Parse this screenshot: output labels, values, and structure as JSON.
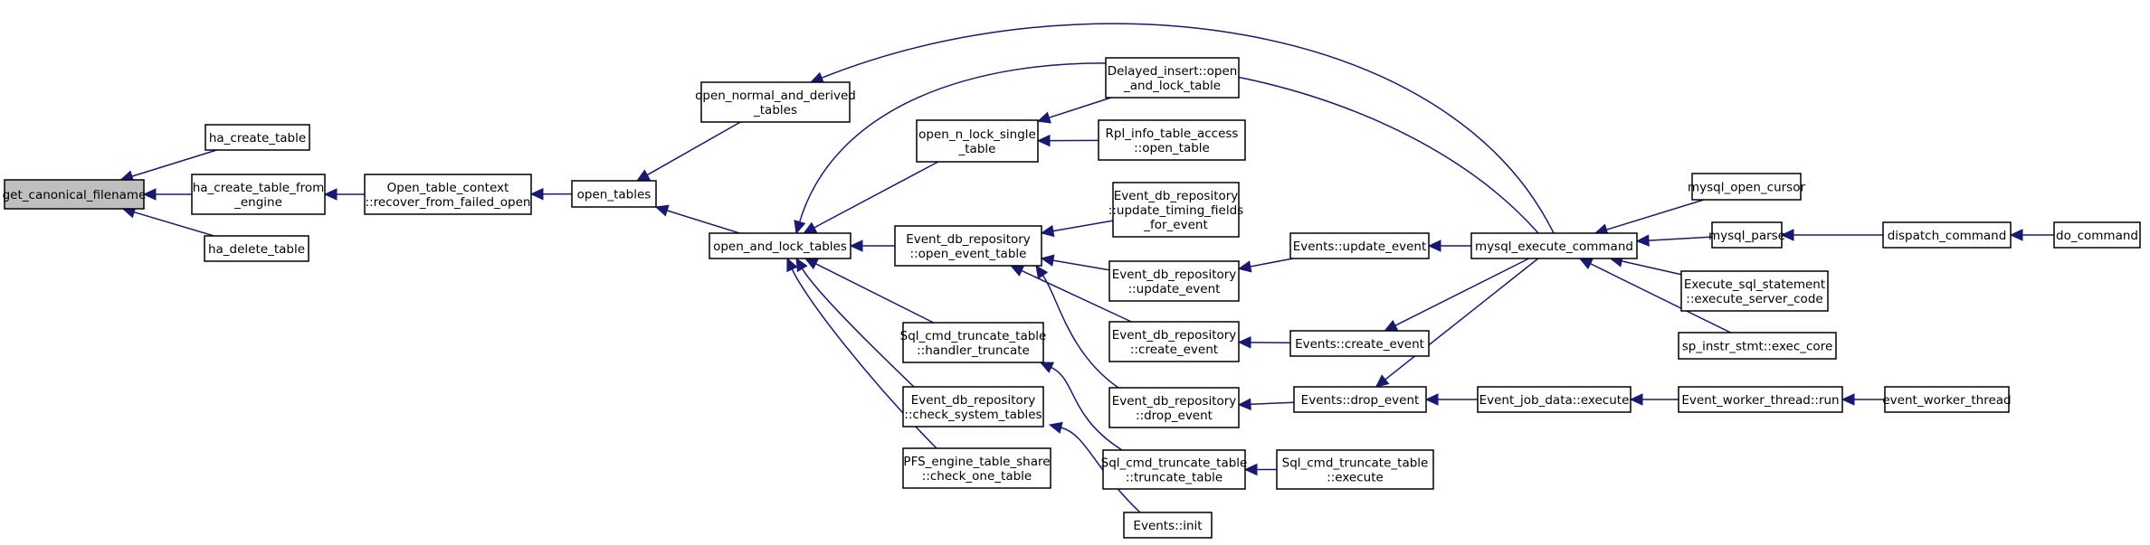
{
  "graph": {
    "nodes": [
      {
        "id": "get_canonical_filename",
        "lines": [
          "get_canonical_filename"
        ],
        "root": true
      },
      {
        "id": "ha_create_table",
        "lines": [
          "ha_create_table"
        ]
      },
      {
        "id": "ha_create_table_from_engine",
        "lines": [
          "ha_create_table_from",
          "_engine"
        ]
      },
      {
        "id": "ha_delete_table",
        "lines": [
          "ha_delete_table"
        ]
      },
      {
        "id": "open_table_context_recover",
        "lines": [
          "Open_table_context",
          "::recover_from_failed_open"
        ]
      },
      {
        "id": "open_tables",
        "lines": [
          "open_tables"
        ]
      },
      {
        "id": "open_normal_and_derived_tables",
        "lines": [
          "open_normal_and_derived",
          "_tables"
        ]
      },
      {
        "id": "open_and_lock_tables",
        "lines": [
          "open_and_lock_tables"
        ]
      },
      {
        "id": "open_n_lock_single_table",
        "lines": [
          "open_n_lock_single",
          "_table"
        ]
      },
      {
        "id": "delayed_insert_open",
        "lines": [
          "Delayed_insert::open",
          "_and_lock_table"
        ]
      },
      {
        "id": "rpl_info_table_access",
        "lines": [
          "Rpl_info_table_access",
          "::open_table"
        ]
      },
      {
        "id": "edr_update_timing",
        "lines": [
          "Event_db_repository",
          "::update_timing_fields",
          "_for_event"
        ]
      },
      {
        "id": "edr_open_event_table",
        "lines": [
          "Event_db_repository",
          "::open_event_table"
        ]
      },
      {
        "id": "edr_update_event",
        "lines": [
          "Event_db_repository",
          "::update_event"
        ]
      },
      {
        "id": "edr_create_event",
        "lines": [
          "Event_db_repository",
          "::create_event"
        ]
      },
      {
        "id": "edr_drop_event",
        "lines": [
          "Event_db_repository",
          "::drop_event"
        ]
      },
      {
        "id": "sql_cmd_truncate_handler",
        "lines": [
          "Sql_cmd_truncate_table",
          "::handler_truncate"
        ]
      },
      {
        "id": "edr_check_system_tables",
        "lines": [
          "Event_db_repository",
          "::check_system_tables"
        ]
      },
      {
        "id": "pfs_engine_check_one_table",
        "lines": [
          "PFS_engine_table_share",
          "::check_one_table"
        ]
      },
      {
        "id": "sql_cmd_truncate_truncate",
        "lines": [
          "Sql_cmd_truncate_table",
          "::truncate_table"
        ]
      },
      {
        "id": "events_init",
        "lines": [
          "Events::init"
        ]
      },
      {
        "id": "events_update_event",
        "lines": [
          "Events::update_event"
        ]
      },
      {
        "id": "events_create_event",
        "lines": [
          "Events::create_event"
        ]
      },
      {
        "id": "events_drop_event",
        "lines": [
          "Events::drop_event"
        ]
      },
      {
        "id": "sql_cmd_truncate_execute",
        "lines": [
          "Sql_cmd_truncate_table",
          "::execute"
        ]
      },
      {
        "id": "mysql_execute_command",
        "lines": [
          "mysql_execute_command"
        ]
      },
      {
        "id": "event_job_data_execute",
        "lines": [
          "Event_job_data::execute"
        ]
      },
      {
        "id": "mysql_open_cursor",
        "lines": [
          "mysql_open_cursor"
        ]
      },
      {
        "id": "mysql_parse",
        "lines": [
          "mysql_parse"
        ]
      },
      {
        "id": "execute_sql_statement",
        "lines": [
          "Execute_sql_statement",
          "::execute_server_code"
        ]
      },
      {
        "id": "sp_instr_stmt_exec_core",
        "lines": [
          "sp_instr_stmt::exec_core"
        ]
      },
      {
        "id": "dispatch_command",
        "lines": [
          "dispatch_command"
        ]
      },
      {
        "id": "do_command",
        "lines": [
          "do_command"
        ]
      },
      {
        "id": "event_worker_thread_run",
        "lines": [
          "Event_worker_thread::run"
        ]
      },
      {
        "id": "event_worker_thread",
        "lines": [
          "event_worker_thread"
        ]
      }
    ],
    "edges": [
      {
        "from": "ha_create_table",
        "to": "get_canonical_filename"
      },
      {
        "from": "ha_create_table_from_engine",
        "to": "get_canonical_filename"
      },
      {
        "from": "ha_delete_table",
        "to": "get_canonical_filename"
      },
      {
        "from": "open_table_context_recover",
        "to": "ha_create_table_from_engine"
      },
      {
        "from": "open_tables",
        "to": "open_table_context_recover"
      },
      {
        "from": "open_normal_and_derived_tables",
        "to": "open_tables"
      },
      {
        "from": "open_and_lock_tables",
        "to": "open_tables"
      },
      {
        "from": "mysql_execute_command",
        "to": "open_normal_and_derived_tables"
      },
      {
        "from": "mysql_execute_command",
        "to": "open_and_lock_tables"
      },
      {
        "from": "open_n_lock_single_table",
        "to": "open_and_lock_tables"
      },
      {
        "from": "edr_open_event_table",
        "to": "open_and_lock_tables"
      },
      {
        "from": "sql_cmd_truncate_handler",
        "to": "open_and_lock_tables"
      },
      {
        "from": "edr_check_system_tables",
        "to": "open_and_lock_tables"
      },
      {
        "from": "pfs_engine_check_one_table",
        "to": "open_and_lock_tables"
      },
      {
        "from": "delayed_insert_open",
        "to": "open_n_lock_single_table"
      },
      {
        "from": "rpl_info_table_access",
        "to": "open_n_lock_single_table"
      },
      {
        "from": "edr_update_timing",
        "to": "edr_open_event_table"
      },
      {
        "from": "edr_update_event",
        "to": "edr_open_event_table"
      },
      {
        "from": "edr_create_event",
        "to": "edr_open_event_table"
      },
      {
        "from": "edr_drop_event",
        "to": "edr_open_event_table"
      },
      {
        "from": "sql_cmd_truncate_truncate",
        "to": "sql_cmd_truncate_handler"
      },
      {
        "from": "events_init",
        "to": "edr_check_system_tables"
      },
      {
        "from": "events_update_event",
        "to": "edr_update_event"
      },
      {
        "from": "events_create_event",
        "to": "edr_create_event"
      },
      {
        "from": "events_drop_event",
        "to": "edr_drop_event"
      },
      {
        "from": "sql_cmd_truncate_execute",
        "to": "sql_cmd_truncate_truncate"
      },
      {
        "from": "mysql_execute_command",
        "to": "events_update_event"
      },
      {
        "from": "mysql_execute_command",
        "to": "events_create_event"
      },
      {
        "from": "mysql_execute_command",
        "to": "events_drop_event"
      },
      {
        "from": "event_job_data_execute",
        "to": "events_drop_event"
      },
      {
        "from": "mysql_open_cursor",
        "to": "mysql_execute_command"
      },
      {
        "from": "mysql_parse",
        "to": "mysql_execute_command"
      },
      {
        "from": "execute_sql_statement",
        "to": "mysql_execute_command"
      },
      {
        "from": "sp_instr_stmt_exec_core",
        "to": "mysql_execute_command"
      },
      {
        "from": "dispatch_command",
        "to": "mysql_parse"
      },
      {
        "from": "do_command",
        "to": "dispatch_command"
      },
      {
        "from": "event_worker_thread_run",
        "to": "event_job_data_execute"
      },
      {
        "from": "event_worker_thread",
        "to": "event_worker_thread_run"
      }
    ]
  }
}
